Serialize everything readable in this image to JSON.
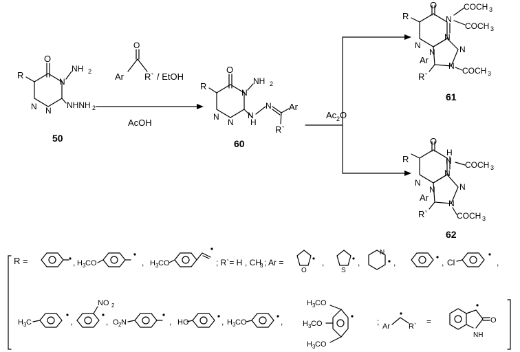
{
  "labels": {
    "R": "R",
    "R_prime": "R`",
    "Ar": "Ar",
    "O": "O",
    "N": "N",
    "NH": "NH",
    "H": "H",
    "NH2": "NH",
    "NHNH2": "NHNH",
    "sub2": "2",
    "COCH3": "COCH",
    "sub3": "3",
    "NO2": "NO",
    "H3C": "H",
    "H3CO": "H",
    "O2N": "O",
    "HO": "HO",
    "Cl": "Cl",
    "S": "S",
    "CO_tail": "CO"
  },
  "compounds": {
    "c50": "50",
    "c60": "60",
    "c61": "61",
    "c62": "62"
  },
  "reagents": {
    "r1_suffix": "/ EtOH",
    "r1_below": "AcOH",
    "r2": "Ac",
    "r2_sub": "2",
    "r2_tail": "O"
  },
  "legend": {
    "R_eq": "R =",
    "Rp_eq": "; R`= H",
    "CH3": ", CH",
    "Ar_eq": "; Ar =",
    "eq": "=",
    "comma": ",",
    "semicolon": ";",
    "H": "H",
    "C": "C",
    "O": "O"
  }
}
